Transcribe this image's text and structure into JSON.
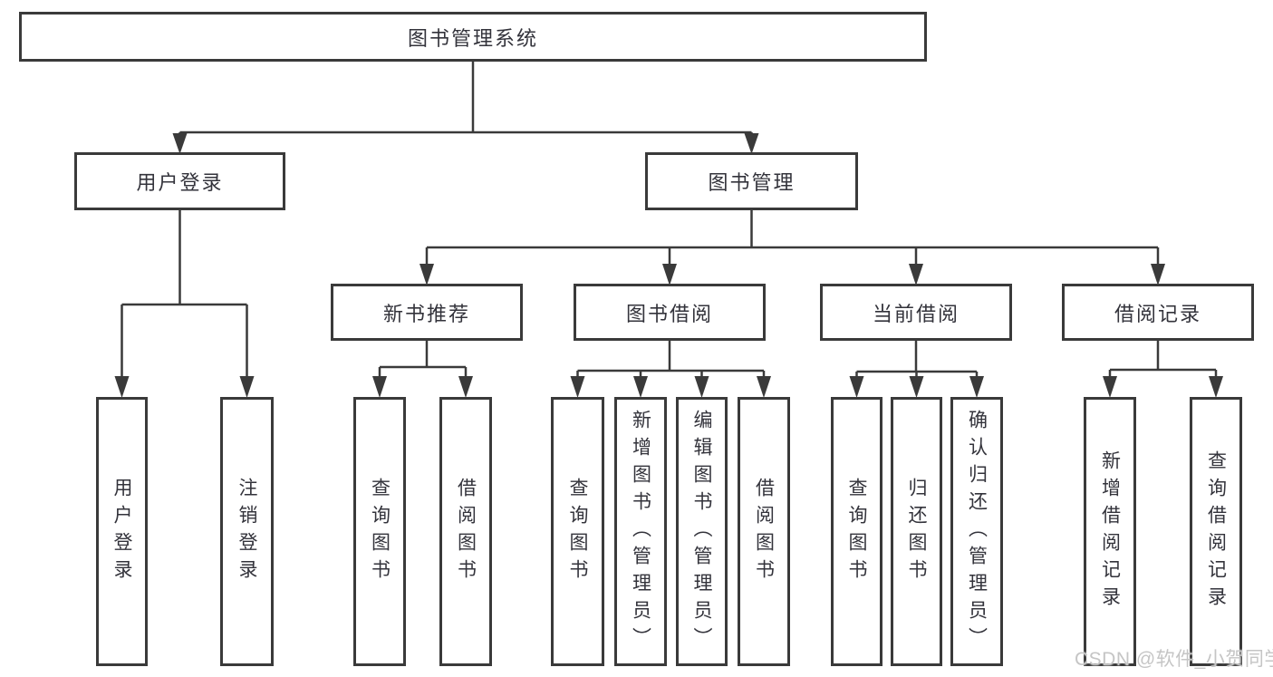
{
  "diagram": {
    "root": "图书管理系统",
    "branches": {
      "user_login": "用户登录",
      "book_mgmt": "图书管理",
      "new_books": "新书推荐",
      "book_borrow": "图书借阅",
      "current_borrow": "当前借阅",
      "borrow_records": "借阅记录"
    },
    "leaves": {
      "user_login_leaf": "用户登录",
      "logout": "注销登录",
      "nb_query": "查询图书",
      "nb_borrow": "借阅图书",
      "bb_query": "查询图书",
      "bb_add": "新增图书（管理员）",
      "bb_edit": "编辑图书（管理员）",
      "bb_borrow": "借阅图书",
      "cb_query": "查询图书",
      "cb_return": "归还图书",
      "cb_confirm": "确认归还（管理员）",
      "br_add": "新增借阅记录",
      "br_query": "查询借阅记录"
    }
  },
  "watermark": {
    "text": "CSDN @软件_小贺同学"
  },
  "colors": {
    "line": "#3a3a3a",
    "text": "#33333b",
    "watermark": "#c5c5c5",
    "background": "#ffffff"
  }
}
